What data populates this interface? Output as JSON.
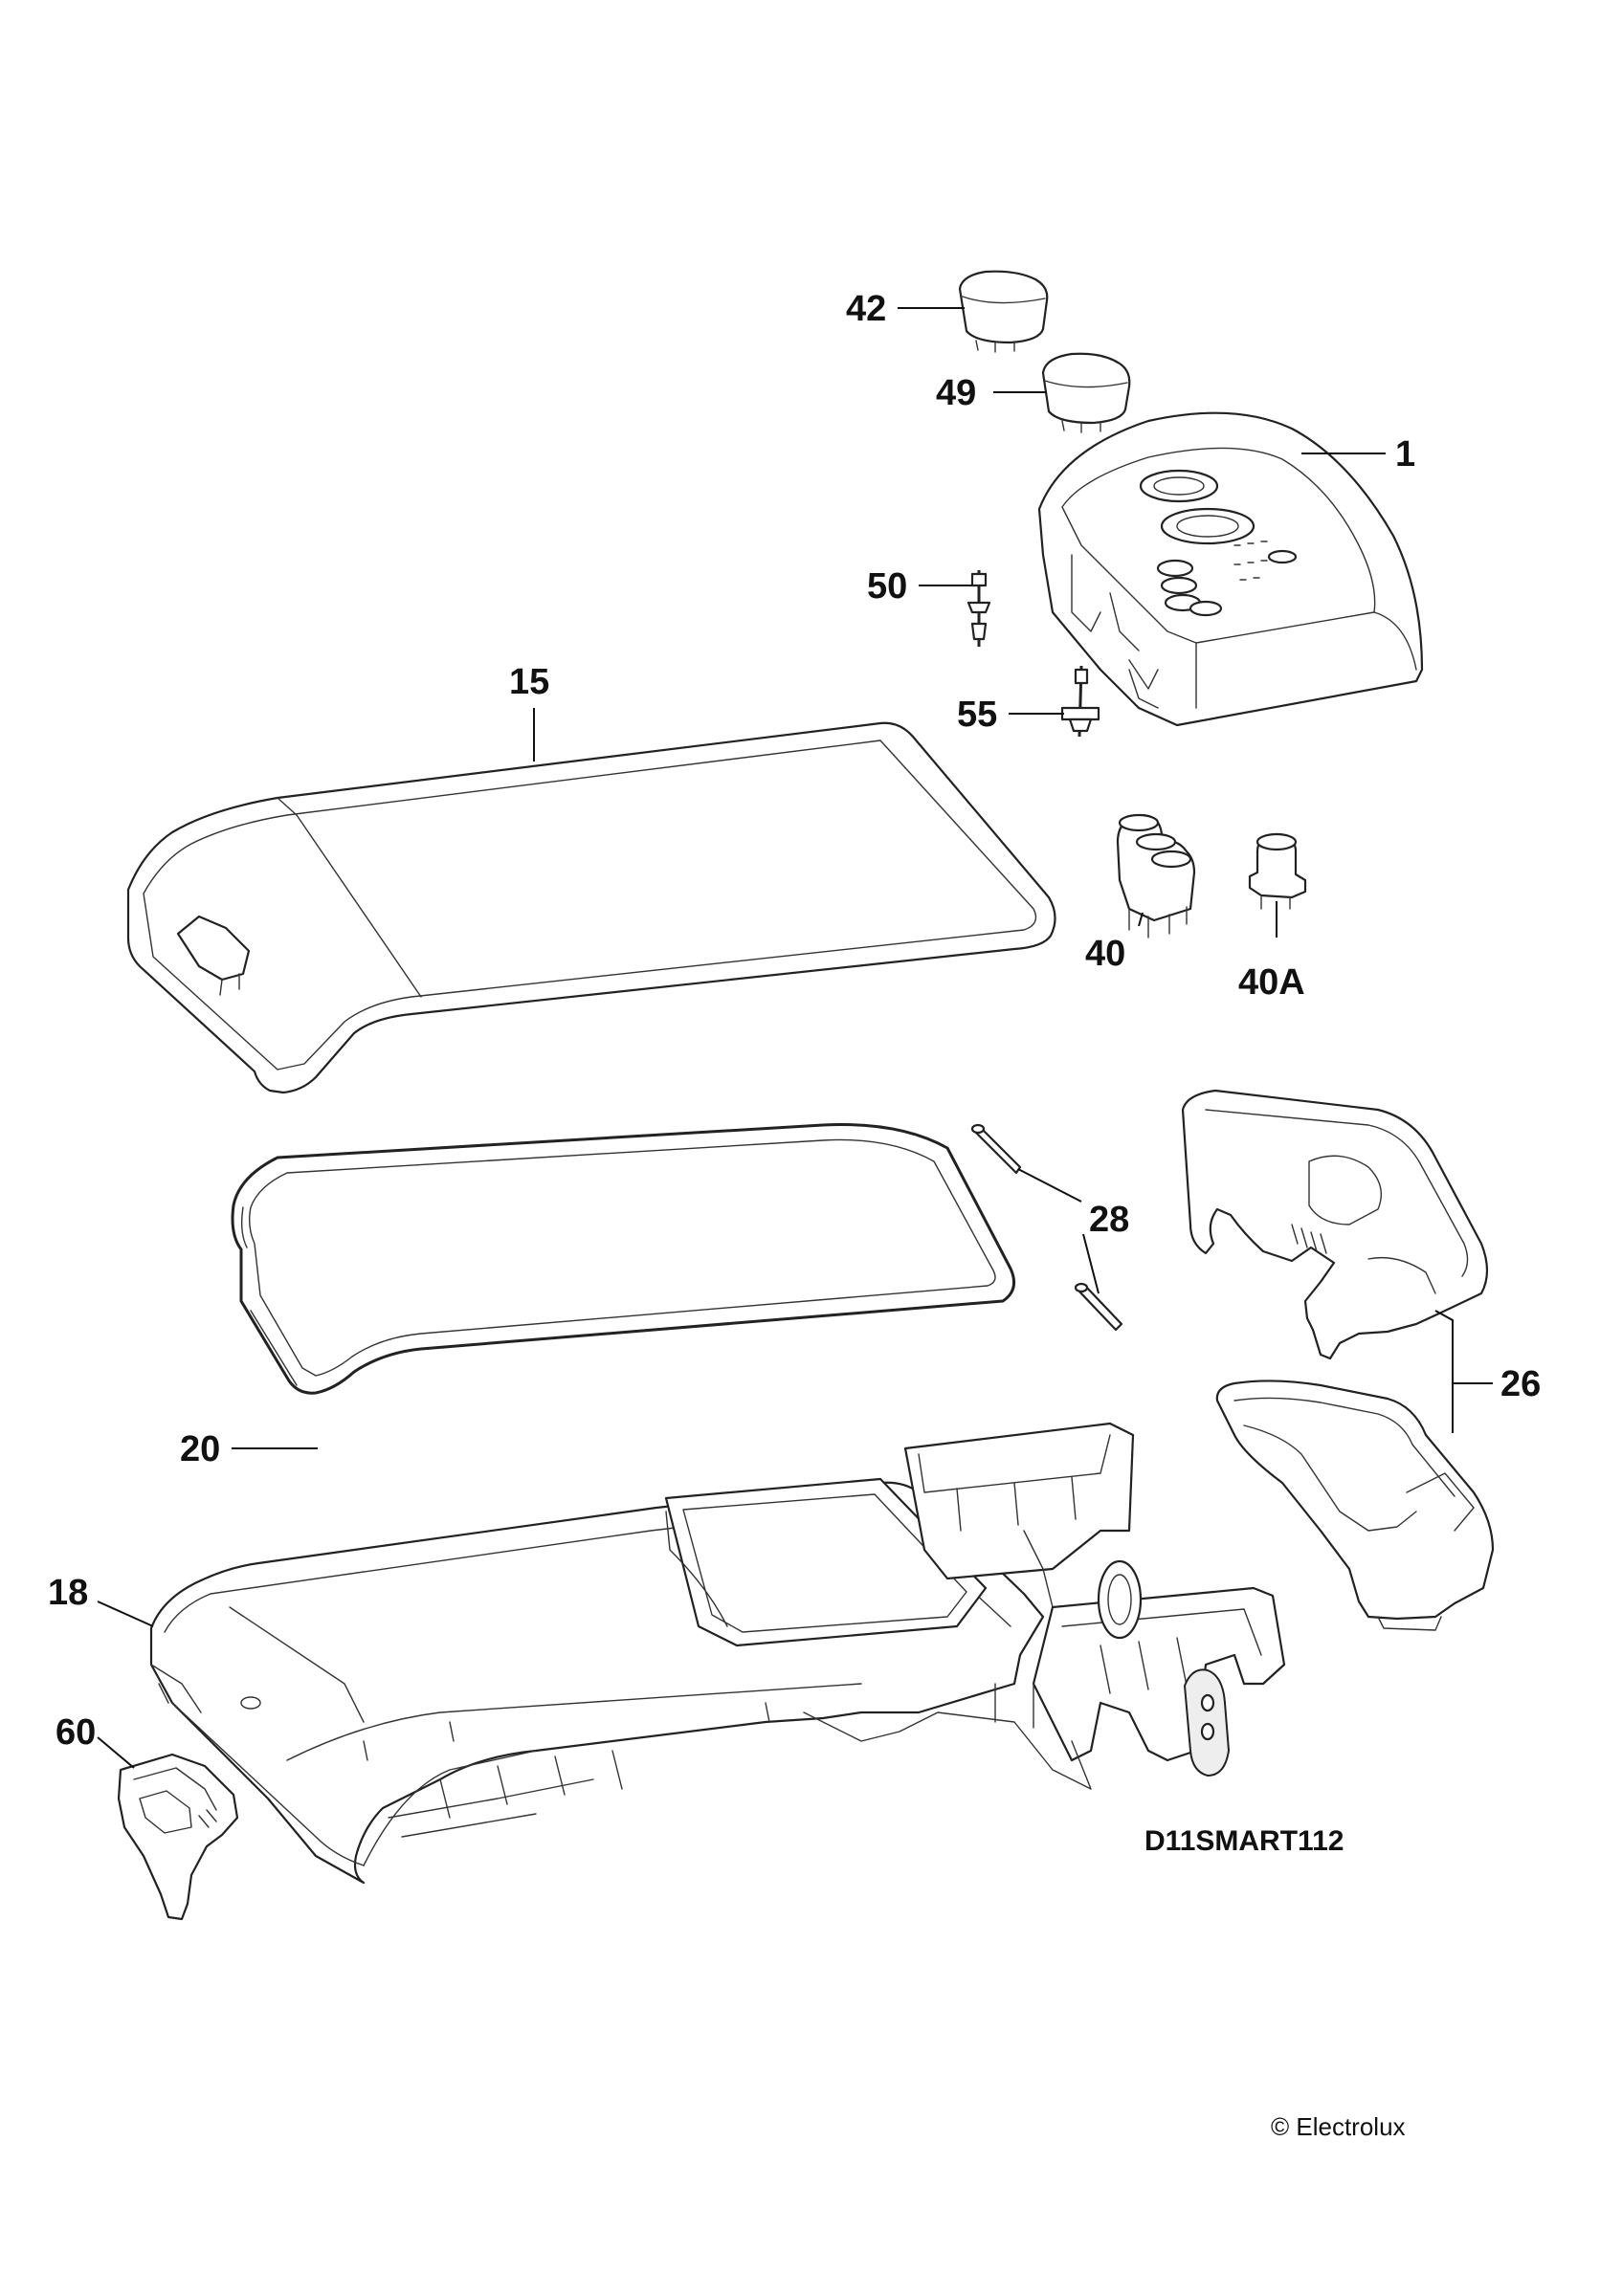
{
  "callouts": {
    "p42": "42",
    "p49": "49",
    "p1": "1",
    "p50": "50",
    "p15": "15",
    "p55": "55",
    "p40": "40",
    "p40a": "40A",
    "p28": "28",
    "p26": "26",
    "p20": "20",
    "p18": "18",
    "p60": "60"
  },
  "diagram_code": "D11SMART112",
  "copyright": "© Electrolux"
}
